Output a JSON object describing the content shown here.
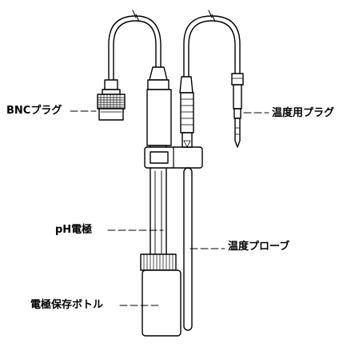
{
  "labels": {
    "bnc_plug": "BNCプラグ",
    "temperature_plug": "温度用プラグ",
    "ph_electrode": "pH電極",
    "temperature_probe": "温度プローブ",
    "storage_bottle": "電極保存ボトル"
  },
  "colors": {
    "line": "#000000",
    "fill": "#ffffff",
    "background": "#ffffff"
  }
}
